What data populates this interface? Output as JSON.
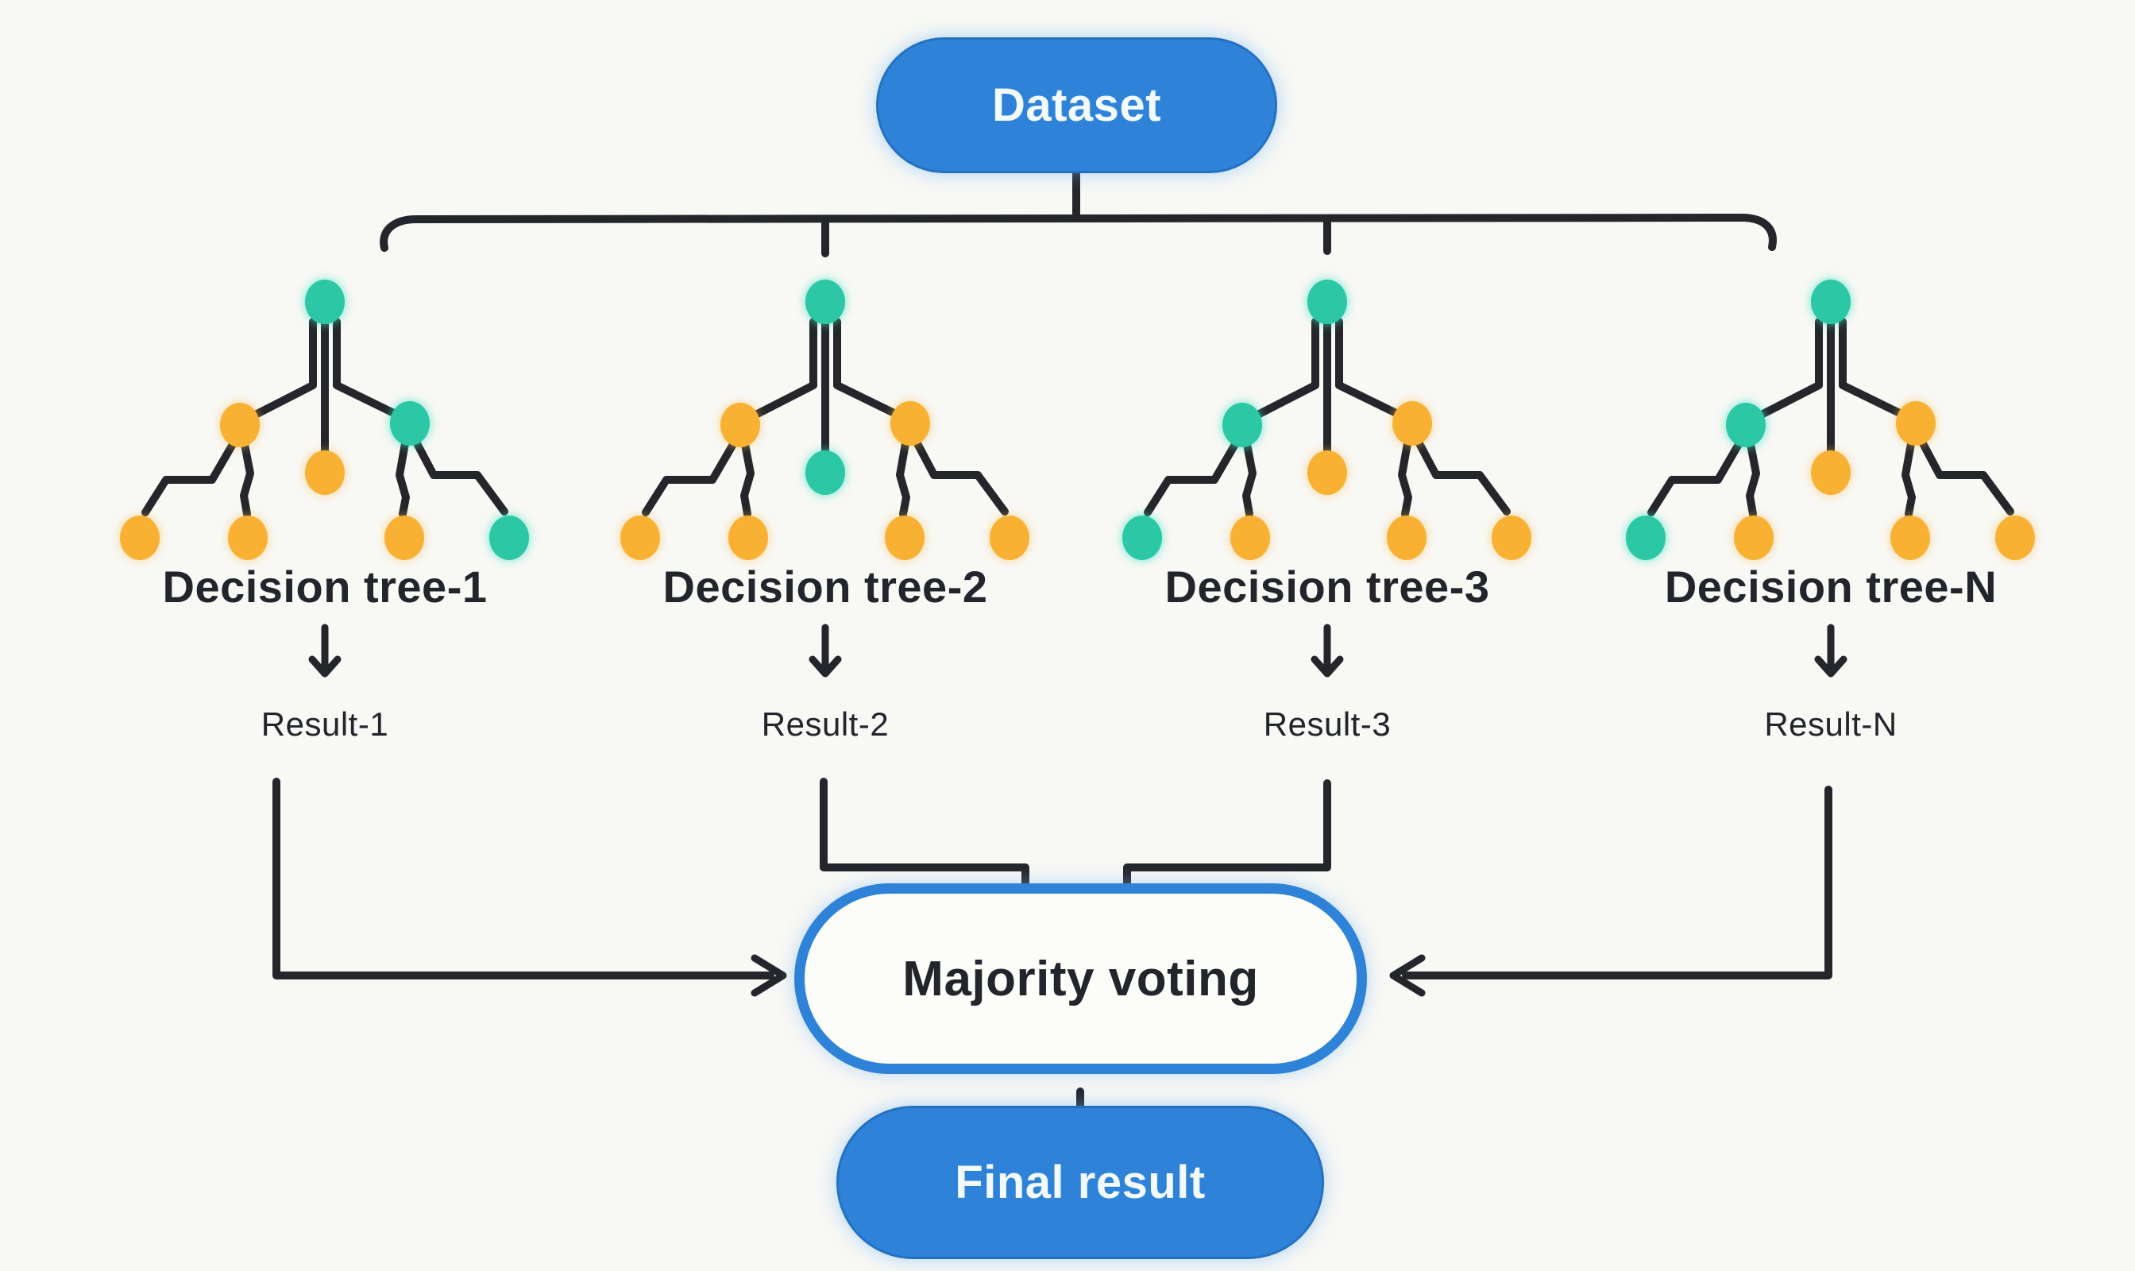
{
  "title": "Random forest ensemble diagram",
  "colors": {
    "background": "#f8f8f5",
    "blue": "#2e83d9",
    "teal": "#2cc8a5",
    "orange": "#f8b133",
    "line": "#24262b",
    "text": "#22252b"
  },
  "dataset": {
    "label": "Dataset"
  },
  "majority": {
    "label": "Majority voting"
  },
  "final": {
    "label": "Final result"
  },
  "trees": [
    {
      "label": "Decision tree-1",
      "result": "Result-1",
      "nodes": {
        "root": "teal",
        "left": "orange",
        "middle": "orange",
        "right": "teal",
        "far_left": "orange",
        "left_inner": "orange",
        "right_inner": "orange",
        "far_right": "teal"
      }
    },
    {
      "label": "Decision tree-2",
      "result": "Result-2",
      "nodes": {
        "root": "teal",
        "left": "orange",
        "middle": "teal",
        "right": "orange",
        "far_left": "orange",
        "left_inner": "orange",
        "right_inner": "orange",
        "far_right": "orange"
      }
    },
    {
      "label": "Decision tree-3",
      "result": "Result-3",
      "nodes": {
        "root": "teal",
        "left": "teal",
        "middle": "orange",
        "right": "orange",
        "far_left": "teal",
        "left_inner": "orange",
        "right_inner": "orange",
        "far_right": "orange"
      }
    },
    {
      "label": "Decision tree-N",
      "result": "Result-N",
      "nodes": {
        "root": "teal",
        "left": "teal",
        "middle": "orange",
        "right": "orange",
        "far_left": "teal",
        "left_inner": "orange",
        "right_inner": "orange",
        "far_right": "orange"
      }
    }
  ]
}
